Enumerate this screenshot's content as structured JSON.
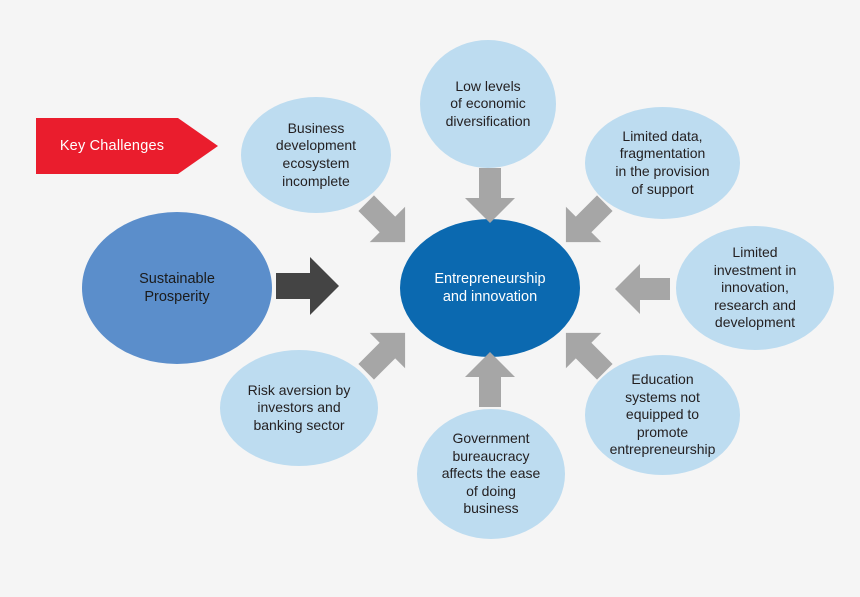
{
  "banner": {
    "label": "Key Challenges",
    "color": "#ea1d2d",
    "text_color": "#ffffff"
  },
  "colors": {
    "background": "#f5f5f5",
    "center_node": "#0b69b0",
    "source_node": "#5b8ecb",
    "challenge_node": "#bddcf0",
    "primary_arrow": "#444444",
    "challenge_arrow": "#a6a6a6",
    "dark_text": "#231f20",
    "light_text": "#ffffff"
  },
  "center": {
    "label": "Entrepreneurship\nand innovation"
  },
  "source": {
    "label": "Sustainable\nProsperity"
  },
  "challenges": [
    {
      "id": "business-development",
      "label": "Business\ndevelopment\necosystem\nincomplete"
    },
    {
      "id": "economic-diversification",
      "label": "Low levels\nof economic\ndiversification"
    },
    {
      "id": "limited-data",
      "label": "Limited data,\nfragmentation\nin the provision\nof support"
    },
    {
      "id": "limited-investment",
      "label": "Limited\ninvestment in\ninnovation,\nresearch and\ndevelopment"
    },
    {
      "id": "education-systems",
      "label": "Education\nsystems not\nequipped to\npromote\nentrepreneurship"
    },
    {
      "id": "government-bureaucracy",
      "label": "Government\nbureaucracy\naffects the ease\nof doing\nbusiness"
    },
    {
      "id": "risk-aversion",
      "label": "Risk aversion by\ninvestors and\nbanking sector"
    }
  ],
  "arrows": [
    {
      "id": "source-to-center",
      "direction": "right",
      "style": "primary"
    },
    {
      "id": "business-development-to-center",
      "direction": "down-right",
      "style": "challenge"
    },
    {
      "id": "economic-diversification-to-center",
      "direction": "down",
      "style": "challenge"
    },
    {
      "id": "limited-data-to-center",
      "direction": "down-left",
      "style": "challenge"
    },
    {
      "id": "limited-investment-to-center",
      "direction": "left",
      "style": "challenge"
    },
    {
      "id": "education-systems-to-center",
      "direction": "up-left",
      "style": "challenge"
    },
    {
      "id": "government-bureaucracy-to-center",
      "direction": "up",
      "style": "challenge"
    },
    {
      "id": "risk-aversion-to-center",
      "direction": "up-right",
      "style": "challenge"
    }
  ]
}
